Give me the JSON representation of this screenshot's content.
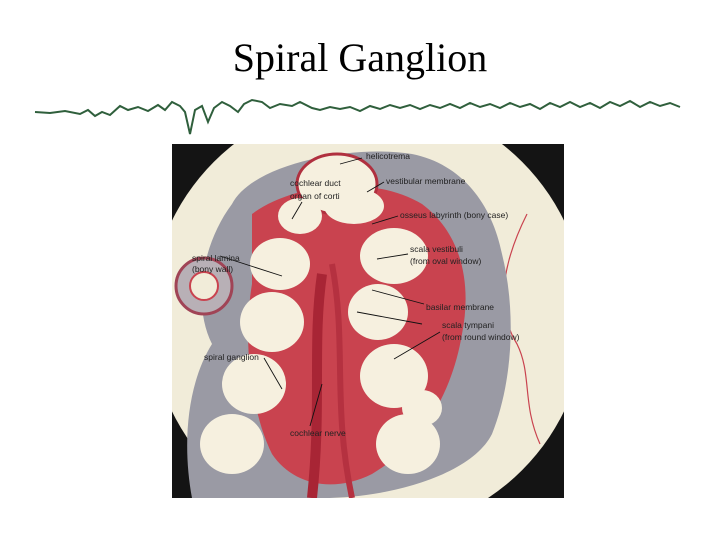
{
  "slide": {
    "title": "Spiral Ganglion"
  },
  "figure": {
    "labels": {
      "helicotrema": "helicotrema",
      "vestibular_membrane": "vestibular membrane",
      "cochlear_duct": "cochlear duct",
      "organ_of_corti": "organ of corti",
      "osseous_labyrinth": "osseus labyrinth (bony case)",
      "scala_vestibuli": "scala vestibuli",
      "scala_vestibuli_sub": "(from oval window)",
      "spiral_lamina": "spiral lamina",
      "spiral_lamina_sub": "(bony wall)",
      "basilar_membrane": "basilar membrane",
      "scala_tympani": "scala tympani",
      "scala_tympani_sub": "(from round window)",
      "spiral_ganglion": "spiral ganglion",
      "cochlear_nerve": "cochlear nerve"
    }
  },
  "colors": {
    "tissue": "#c9434f",
    "bone": "#9a9aa4",
    "background": "#f1ecd9",
    "wave": "#2f5f3c"
  }
}
